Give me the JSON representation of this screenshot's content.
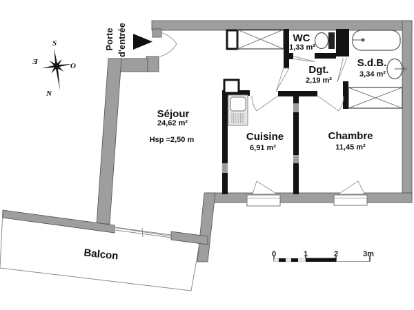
{
  "rooms": {
    "sejour": {
      "name": "Séjour",
      "area": "24,62 m²",
      "height": "Hsp =2,50 m"
    },
    "cuisine": {
      "name": "Cuisine",
      "area": "6,91 m²"
    },
    "chambre": {
      "name": "Chambre",
      "area": "11,45 m²"
    },
    "wc": {
      "name": "WC",
      "area": "1,33 m²"
    },
    "sdb": {
      "name": "S.d.B.",
      "area": "3,34 m²"
    },
    "dgt": {
      "name": "Dgt.",
      "area": "2,19 m²"
    },
    "balcon": {
      "name": "Balcon"
    }
  },
  "entry": {
    "line1": "Porte",
    "line2": "d'entrée"
  },
  "compass": {
    "top": "S",
    "bottom": "N",
    "left": "Ǝ",
    "right": "O"
  },
  "scale": {
    "t0": "0",
    "t1": "1",
    "t2": "2",
    "t3": "3m"
  },
  "colors": {
    "wall": "#9e9e9e",
    "partition": "#131313",
    "background": "#ffffff"
  }
}
